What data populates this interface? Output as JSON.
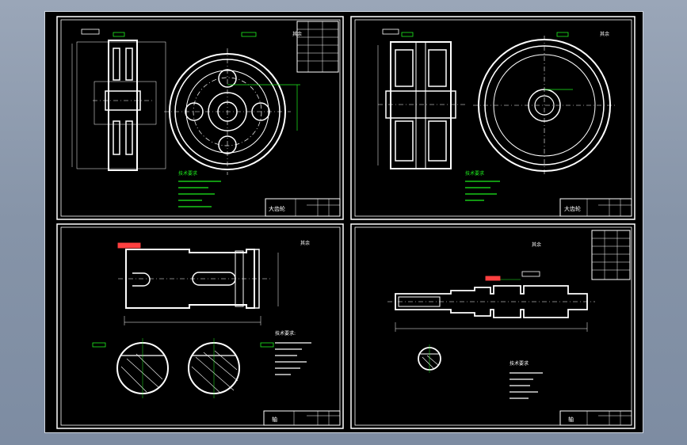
{
  "panels": {
    "gear_left": {
      "tech_title": "技术要求",
      "roughness": "其余",
      "title_block": "大齿轮"
    },
    "gear_right": {
      "tech_title": "技术要求",
      "roughness": "其余",
      "title_block": "大齿轮"
    },
    "shaft_bottom_left": {
      "tech_title": "技术要求:",
      "roughness": "其余",
      "title_block": "轴"
    },
    "shaft_bottom_right": {
      "tech_title": "技术要求",
      "roughness": "其余",
      "title_block": "轴"
    }
  },
  "colors": {
    "background": "#000000",
    "outline": "#ffffff",
    "dimension": "#1ef01e",
    "tolerance_frame": "#ff4040",
    "app_frame": "#8694a8"
  }
}
